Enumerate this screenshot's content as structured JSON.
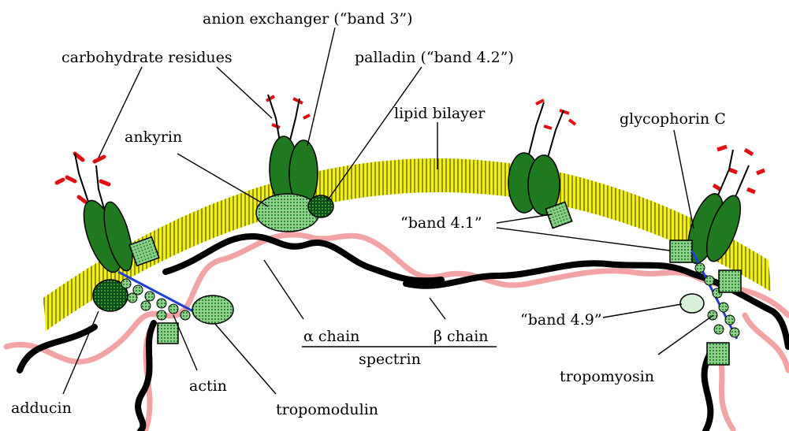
{
  "labels": {
    "anion_exchanger": "anion exchanger (“band 3”)",
    "carbohydrate_residues": "carbohydrate residues",
    "palladin": "palladin (“band 4.2”)",
    "lipid_bilayer": "lipid bilayer",
    "ankyrin": "ankyrin",
    "glycophorin_c": "glycophorin C",
    "band_4_1": "“band 4.1”",
    "band_4_9": "“band 4.9”",
    "alpha_chain": "α chain",
    "beta_chain": "β chain",
    "spectrin": "spectrin",
    "tropomyosin": "tropomyosin",
    "adducin": "adducin",
    "actin": "actin",
    "tropomodulin": "tropomodulin"
  },
  "colors": {
    "bilayer": "#f2ef1e",
    "protein_green": "#1f7a1f",
    "dark_green": "#0d4d17",
    "light_green": "#8fd08f",
    "carbohydrate": "#e01010",
    "spectrin_alpha": "#000000",
    "spectrin_beta": "#f3a3a3",
    "actin_line": "#1f3fd6"
  }
}
